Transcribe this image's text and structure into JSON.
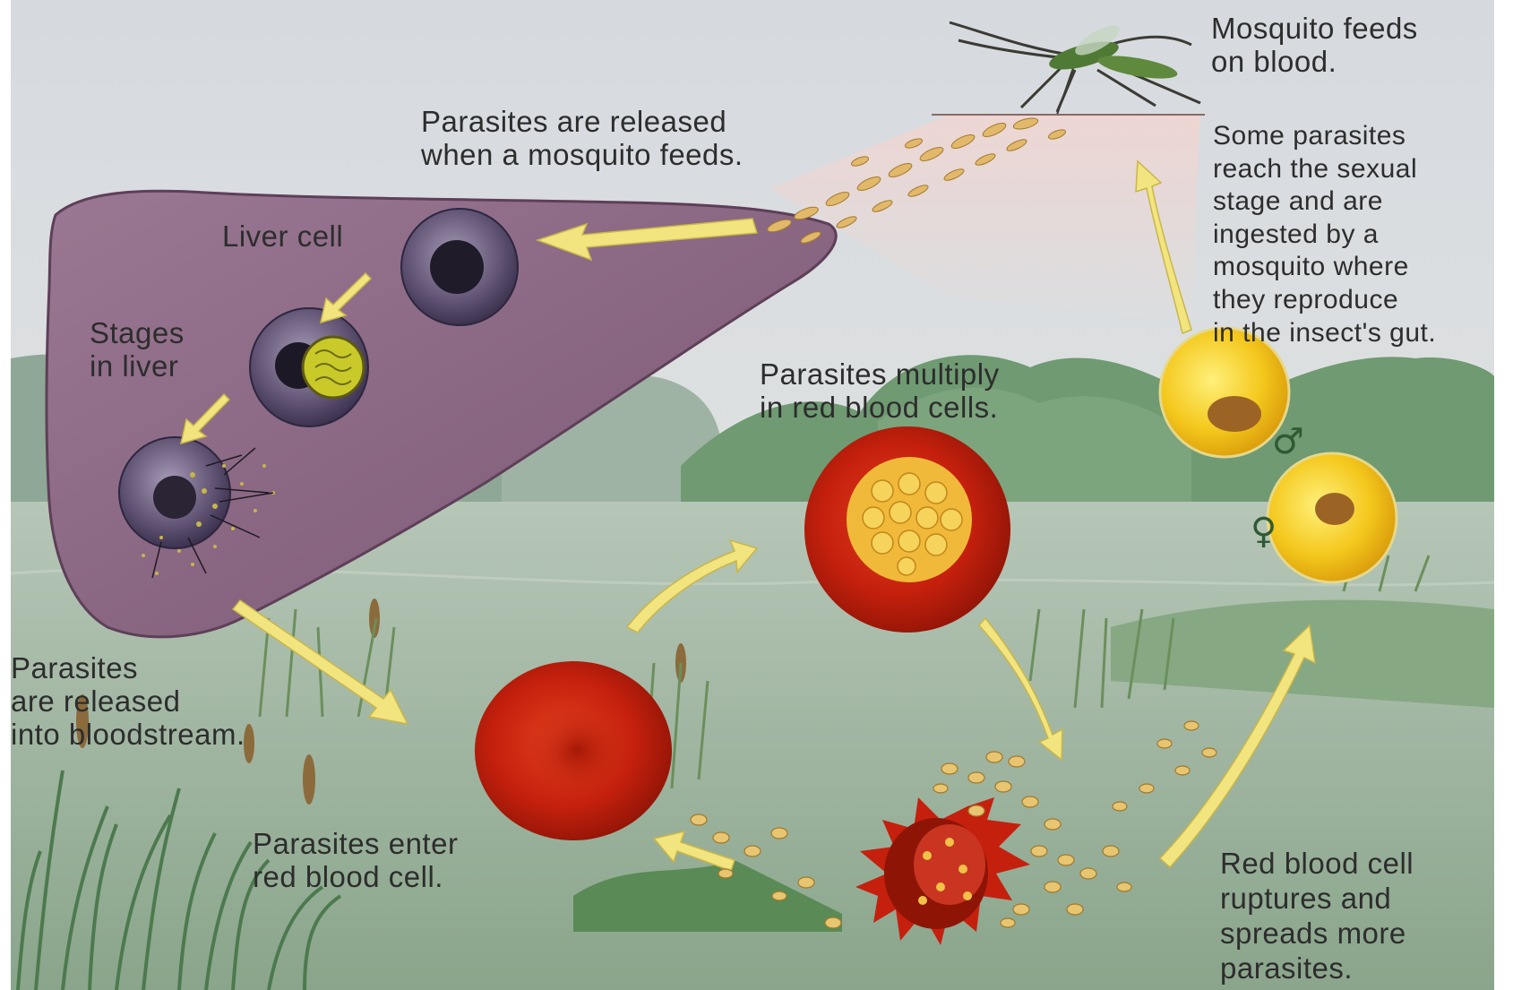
{
  "labels": {
    "mosquito_feeds": "Mosquito feeds\non blood.",
    "parasites_released_mosquito": "Parasites are released\nwhen a mosquito feeds.",
    "liver_cell": "Liver cell",
    "stages_in_liver": "Stages\nin liver",
    "sexual_stage": "Some parasites\nreach the sexual\nstage and are\ningested by a\nmosquito where\nthey reproduce\nin the insect's gut.",
    "multiply_rbc": "Parasites multiply\nin red blood cells.",
    "released_bloodstream": "Parasites\nare released\ninto bloodstream.",
    "enter_rbc": "Parasites enter\nred blood cell.",
    "rbc_ruptures": "Red blood cell\nruptures and\nspreads more\nparasites."
  },
  "symbols": {
    "male": "♂",
    "female": "♀"
  },
  "colors": {
    "sky": "#dfe3e6",
    "liver": "#8e6a86",
    "rbc": "#c8230f",
    "gametocyte": "#f2c21a",
    "arrow": "#f0e07a",
    "water": "#aebfb0",
    "foliage": "#5f8a63"
  }
}
